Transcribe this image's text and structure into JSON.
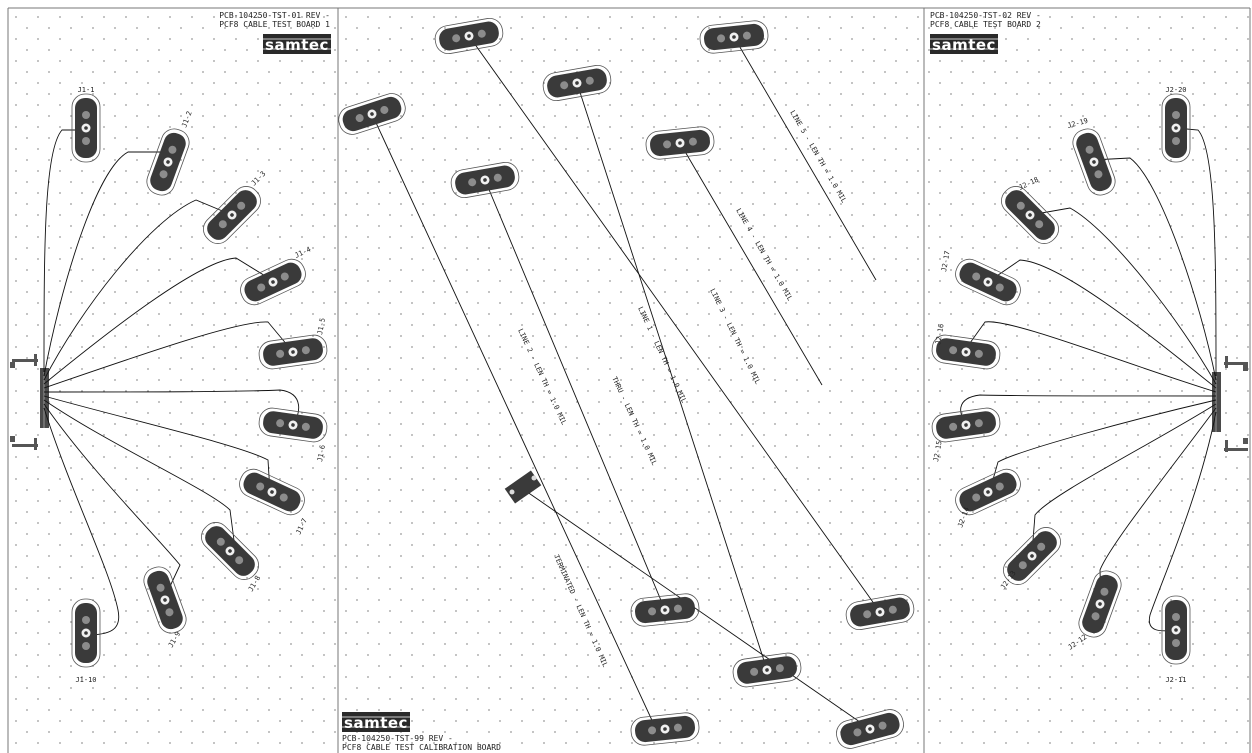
{
  "boards": {
    "board1": {
      "title_line1": "PCB-104250-TST-01 REV -",
      "title_line2": "PCF8 CABLE TEST BOARD 1",
      "logo": "samtec",
      "connectors": [
        "J1-1",
        "J1-2",
        "J1-3",
        "J1-4",
        "J1-5",
        "J1-6",
        "J1-7",
        "J1-8",
        "J1-9",
        "J1-10"
      ]
    },
    "board2": {
      "title_line1": "PCB-104250-TST-02 REV -",
      "title_line2": "PCF8 CABLE TEST BOARD 2",
      "logo": "samtec",
      "connectors": [
        "J2-20",
        "J2-19",
        "J2-18",
        "J2-17",
        "J2-16",
        "J2-15",
        "J2-14",
        "J2-13",
        "J2-12",
        "J2-11"
      ]
    },
    "calibration": {
      "title_line1": "PCB-104250-TST-99 REV -",
      "title_line2": "PCF8 CABLE TEST CALIBRATION BOARD",
      "logo": "samtec",
      "traces": [
        "LINE 1 - LEN TH = 1.0 MIL",
        "LINE 2 - LEN TH = 1.0 MIL",
        "THRU - LEN TH = 1.0 MIL",
        "LINE 3 - LEN TH = 1.0 MIL",
        "TERMINATED - LEN TH = 1.0 MIL",
        "LINE 4 - LEN TH = 1.0 MIL",
        "LINE 5 - LEN TH = 1.0 MIL"
      ]
    }
  },
  "colors": {
    "background": "#ffffff",
    "pad_fill": "#3a3a3a",
    "trace": "#111111",
    "grid_dot": "#9a9a9a",
    "logo_fill": "#2a2a2a"
  }
}
